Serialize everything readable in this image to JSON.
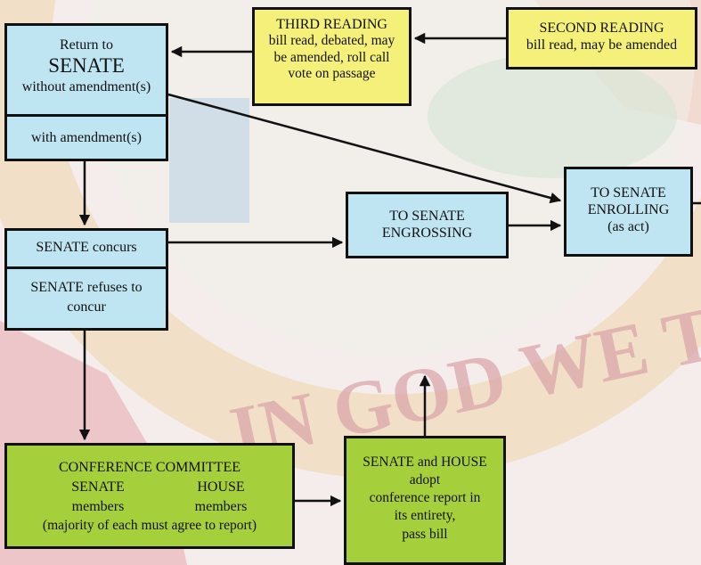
{
  "seal_motto": "IN GOD WE T",
  "boxes": {
    "second_reading": {
      "title": "SECOND READING",
      "text": "bill read, may be amended"
    },
    "third_reading": {
      "title": "THIRD READING",
      "lines": [
        "bill read, debated, may",
        "be amended, roll call",
        "vote on passage"
      ]
    },
    "return_senate": {
      "line1": "Return to",
      "line2": "SENATE",
      "line3": "without amendment(s)",
      "with": "with amendment(s)"
    },
    "senate_concurs": {
      "concurs": "SENATE concurs",
      "refuses_lines": [
        "SENATE refuses to",
        "concur"
      ]
    },
    "engrossing": {
      "lines": [
        "TO SENATE",
        "ENGROSSING"
      ]
    },
    "enrolling": {
      "lines": [
        "TO SENATE",
        "ENROLLING",
        "(as act)"
      ]
    },
    "conference": {
      "title": "CONFERENCE COMMITTEE",
      "senate": "SENATE",
      "house": "HOUSE",
      "members_left": "members",
      "members_right": "members",
      "note": "(majority of each must agree to report)"
    },
    "adopt": {
      "lines": [
        "SENATE and HOUSE",
        "adopt",
        "conference report in",
        "its entirety,",
        "pass bill"
      ]
    }
  },
  "colors": {
    "blue": "#bfe4f2",
    "yellow": "#f4f07a",
    "green": "#a6cf3c",
    "border": "#111111"
  }
}
